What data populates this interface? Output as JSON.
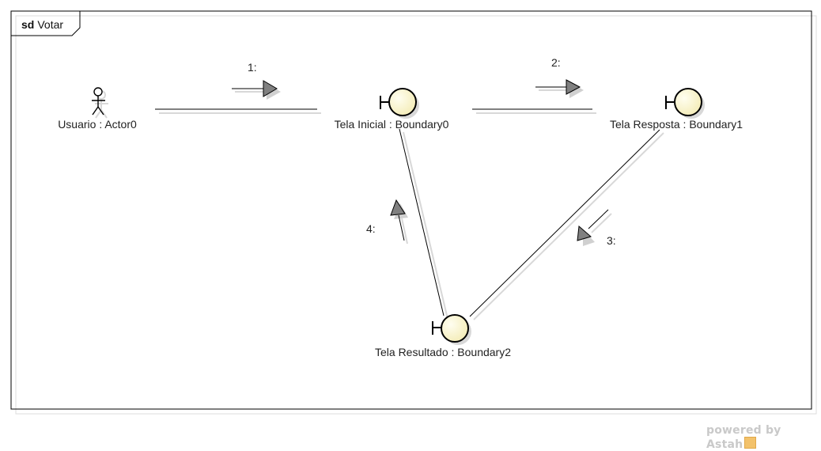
{
  "frame": {
    "keyword": "sd",
    "name": "Votar"
  },
  "nodes": {
    "actor": {
      "label": "Usuario : Actor0"
    },
    "b0": {
      "label": "Tela Inicial : Boundary0"
    },
    "b1": {
      "label": "Tela Resposta : Boundary1"
    },
    "b2": {
      "label": "Tela Resultado : Boundary2"
    }
  },
  "messages": [
    {
      "label": "1:"
    },
    {
      "label": "2:"
    },
    {
      "label": "3:"
    },
    {
      "label": "4:"
    }
  ],
  "watermark": {
    "text": "powered by Astah"
  },
  "colors": {
    "boundary_fill": "#fbf6d2",
    "arrow_fill": "#808080",
    "line": "#000000",
    "shadow": "#d8d8d8"
  }
}
